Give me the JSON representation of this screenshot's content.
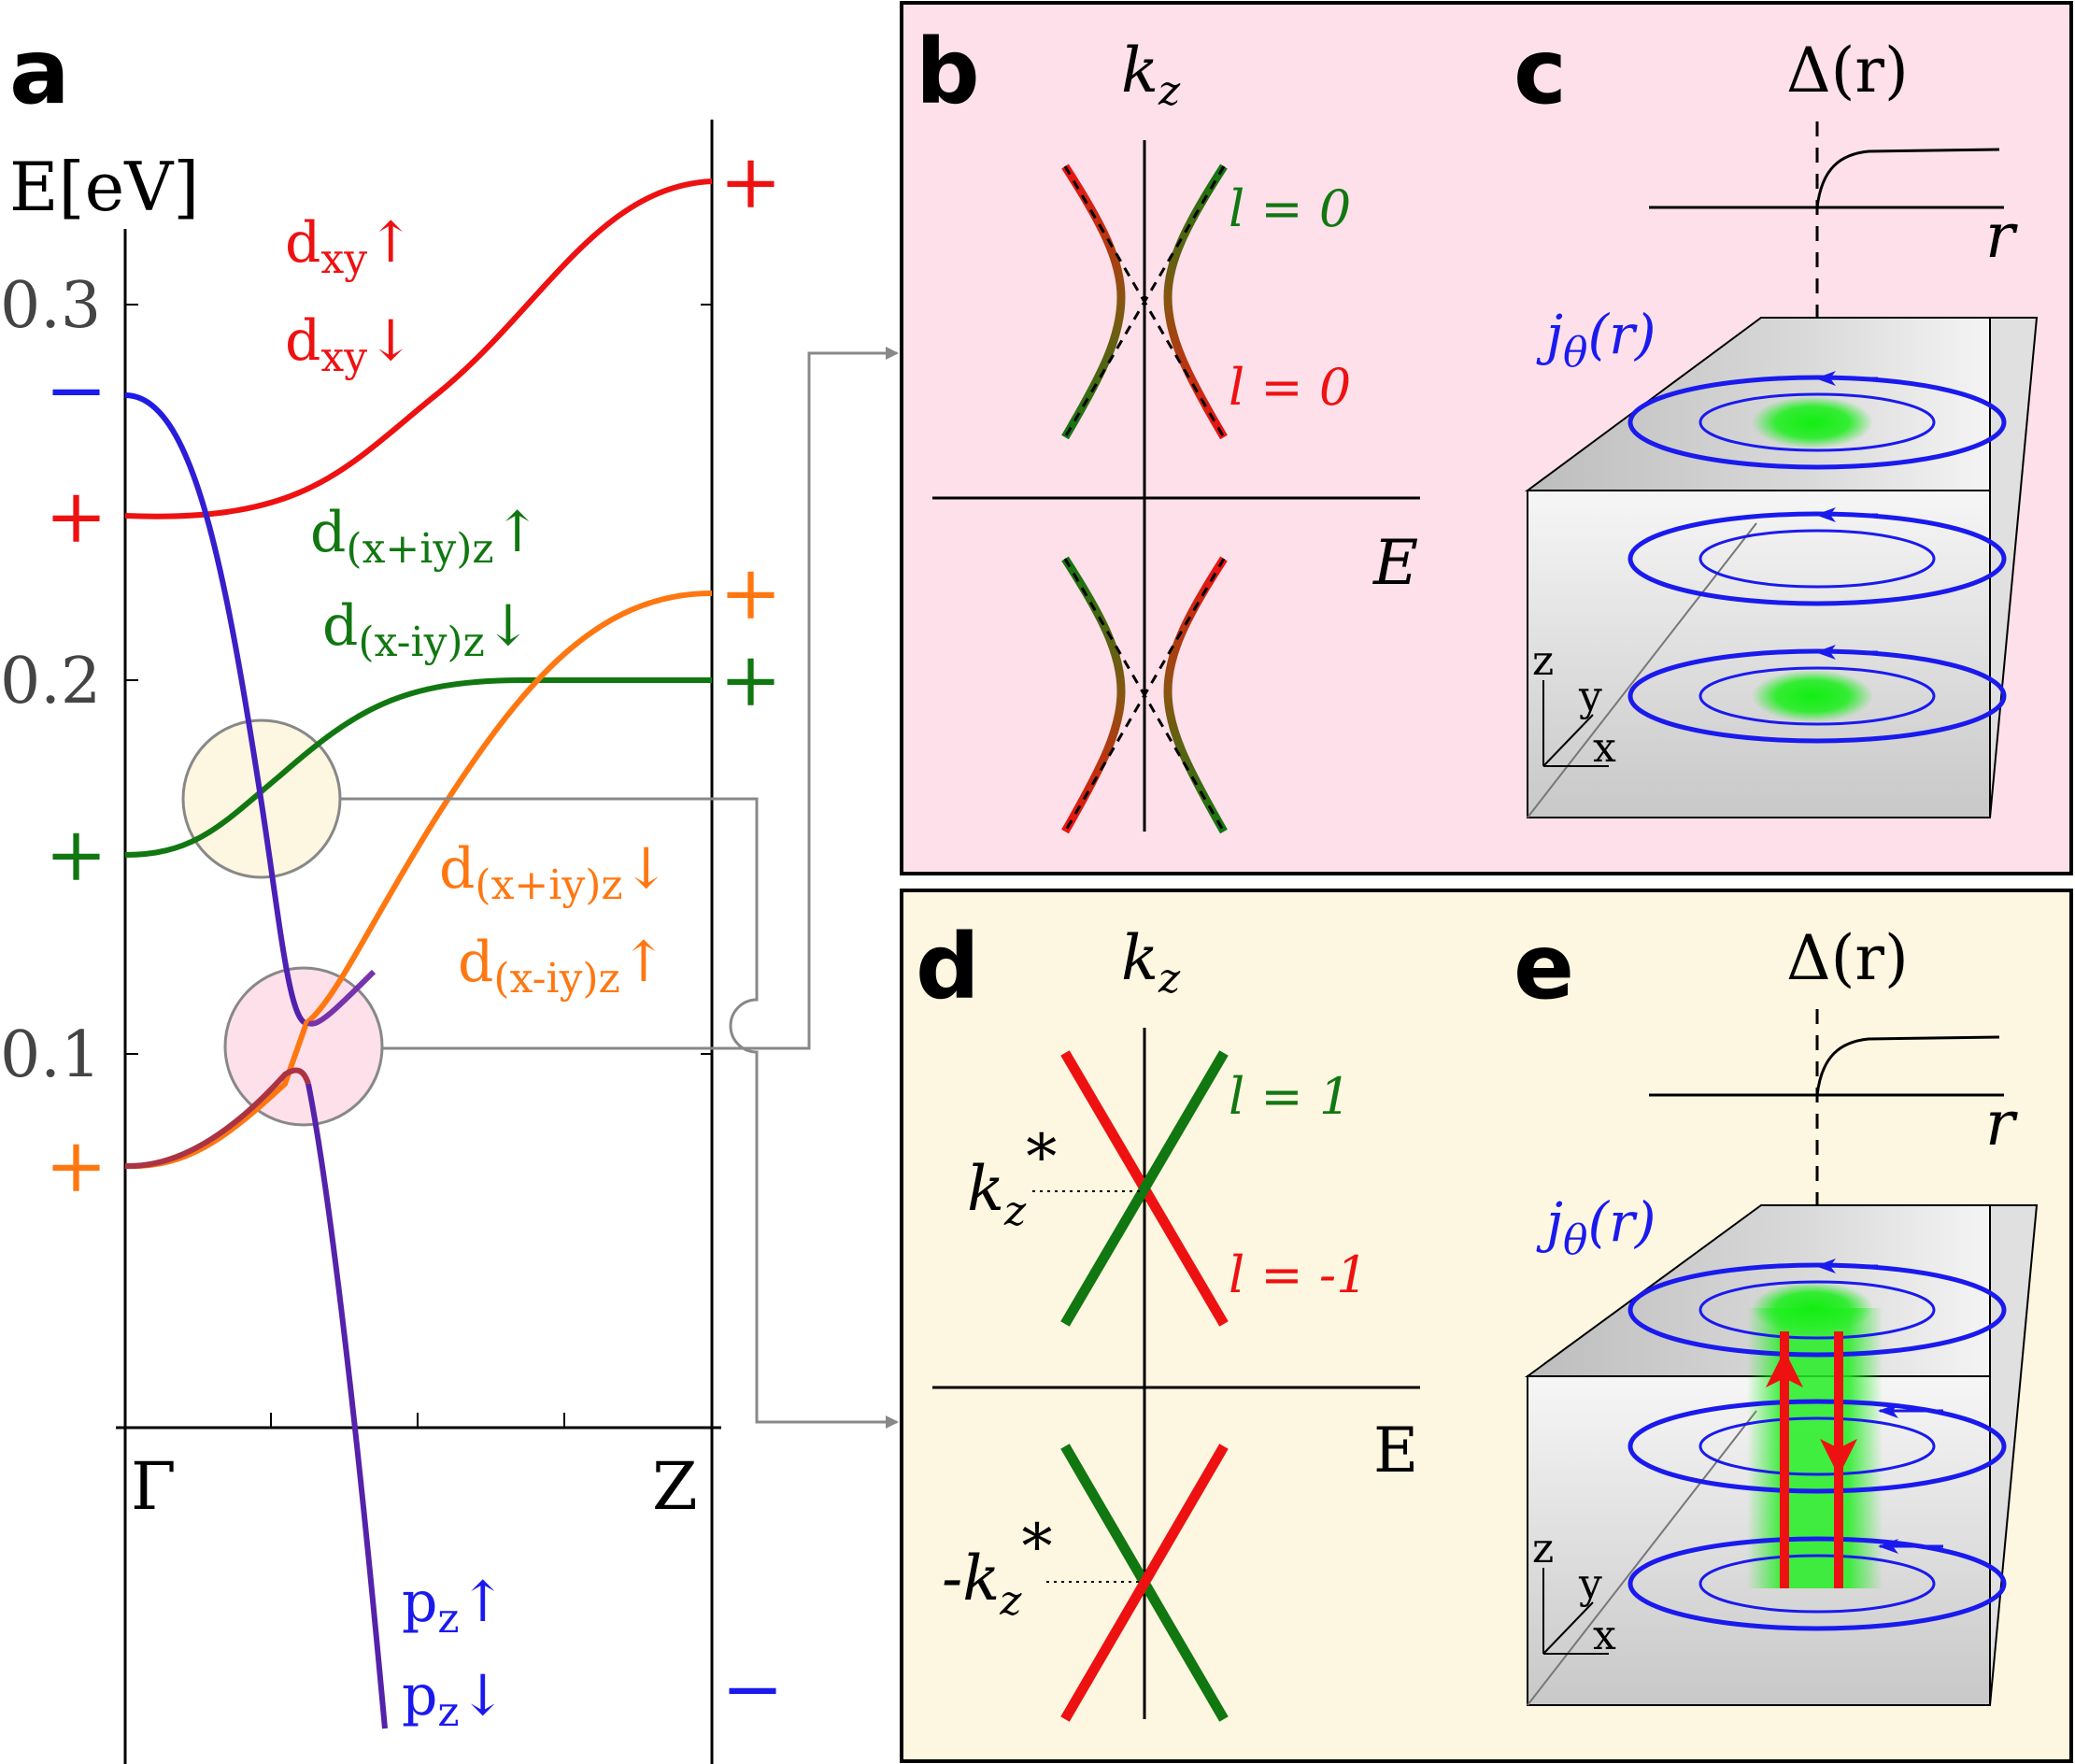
{
  "colors": {
    "red": "#ee1111",
    "green": "#117711",
    "blue": "#1a1aee",
    "orange": "#ff7711",
    "purple": "#5522aa",
    "pink_bg": "#fde0ea",
    "cream_bg": "#fdf6e0",
    "box_gray": "#c8c8c8",
    "connector_gray": "#888888"
  },
  "panels": {
    "a": {
      "letter": "a",
      "ylabel": "E[eV]",
      "yticks": [
        "0.3",
        "0.2",
        "0.1"
      ],
      "xticks": [
        "Γ",
        "Z"
      ],
      "bands": [
        {
          "orbital": "d",
          "sub": "xy",
          "arrow": "↑",
          "color": "red"
        },
        {
          "orbital": "d",
          "sub": "xy",
          "arrow": "↓",
          "color": "red"
        },
        {
          "orbital": "d",
          "sub": "(x+iy)z",
          "arrow": "↑",
          "color": "green"
        },
        {
          "orbital": "d",
          "sub": "(x-iy)z",
          "arrow": "↓",
          "color": "green"
        },
        {
          "orbital": "d",
          "sub": "(x+iy)z",
          "arrow": "↓",
          "color": "orange"
        },
        {
          "orbital": "d",
          "sub": "(x-iy)z",
          "arrow": "↑",
          "color": "orange"
        },
        {
          "orbital": "p",
          "sub": "z",
          "arrow": "↑",
          "color": "blue"
        },
        {
          "orbital": "p",
          "sub": "z",
          "arrow": "↓",
          "color": "blue"
        }
      ],
      "parity": {
        "gamma": {
          "blue": "−",
          "red": "+",
          "green": "+",
          "orange": "+"
        },
        "z": {
          "red": "+",
          "orange": "+",
          "green": "+",
          "blue": "−"
        }
      }
    },
    "b": {
      "letter": "b",
      "kz": "k",
      "kz_sub": "z",
      "e_label": "E",
      "l_green": "l = 0",
      "l_red": "l = 0"
    },
    "c": {
      "letter": "c",
      "delta": "Δ(r)",
      "r": "r",
      "current": "j",
      "current_sub": "θ",
      "current_arg": "(r)",
      "axes": [
        "z",
        "y",
        "x"
      ]
    },
    "d": {
      "letter": "d",
      "kz": "k",
      "kz_sub": "z",
      "e_label": "E",
      "l_green": "l = 1",
      "l_red": "l = -1",
      "kstar_pos": "k",
      "kstar_neg": "-k",
      "star": "*"
    },
    "e": {
      "letter": "e",
      "delta": "Δ(r)",
      "r": "r",
      "current": "j",
      "current_sub": "θ",
      "current_arg": "(r)",
      "axes": [
        "z",
        "y",
        "x"
      ]
    }
  }
}
